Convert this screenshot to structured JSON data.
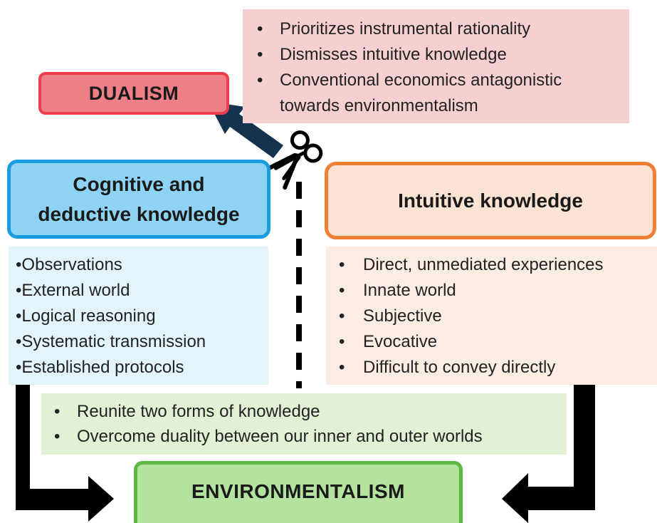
{
  "dualism": {
    "label": "DUALISM",
    "notes": [
      "Prioritizes instrumental rationality",
      "Dismisses intuitive knowledge",
      "Conventional economics antagonistic towards environmentalism"
    ]
  },
  "cognitive": {
    "label_line1": "Cognitive and",
    "label_line2": "deductive knowledge",
    "notes": [
      "Observations",
      "External world",
      "Logical reasoning",
      "Systematic transmission",
      "Established protocols"
    ]
  },
  "intuitive": {
    "label": "Intuitive knowledge",
    "notes": [
      "Direct, unmediated experiences",
      "Innate world",
      "Subjective",
      "Evocative",
      "Difficult to convey directly"
    ]
  },
  "synthesis": {
    "notes": [
      "Reunite two forms of knowledge",
      "Overcome duality between our inner and outer worlds"
    ]
  },
  "environmentalism": {
    "label": "ENVIRONMENTALISM"
  },
  "icons": {
    "scissors": "scissors-icon"
  },
  "colors": {
    "dualism_fill": "#ee7f86",
    "dualism_border": "#ee3d4c",
    "cognitive_fill": "#8fd3f4",
    "cognitive_border": "#1a9de0",
    "intuitive_fill": "#fbe3d3",
    "intuitive_border": "#ef7f34",
    "environmentalism_fill": "#b3e39f",
    "environmentalism_border": "#5db842",
    "dualism_arrow": "#15324f"
  }
}
